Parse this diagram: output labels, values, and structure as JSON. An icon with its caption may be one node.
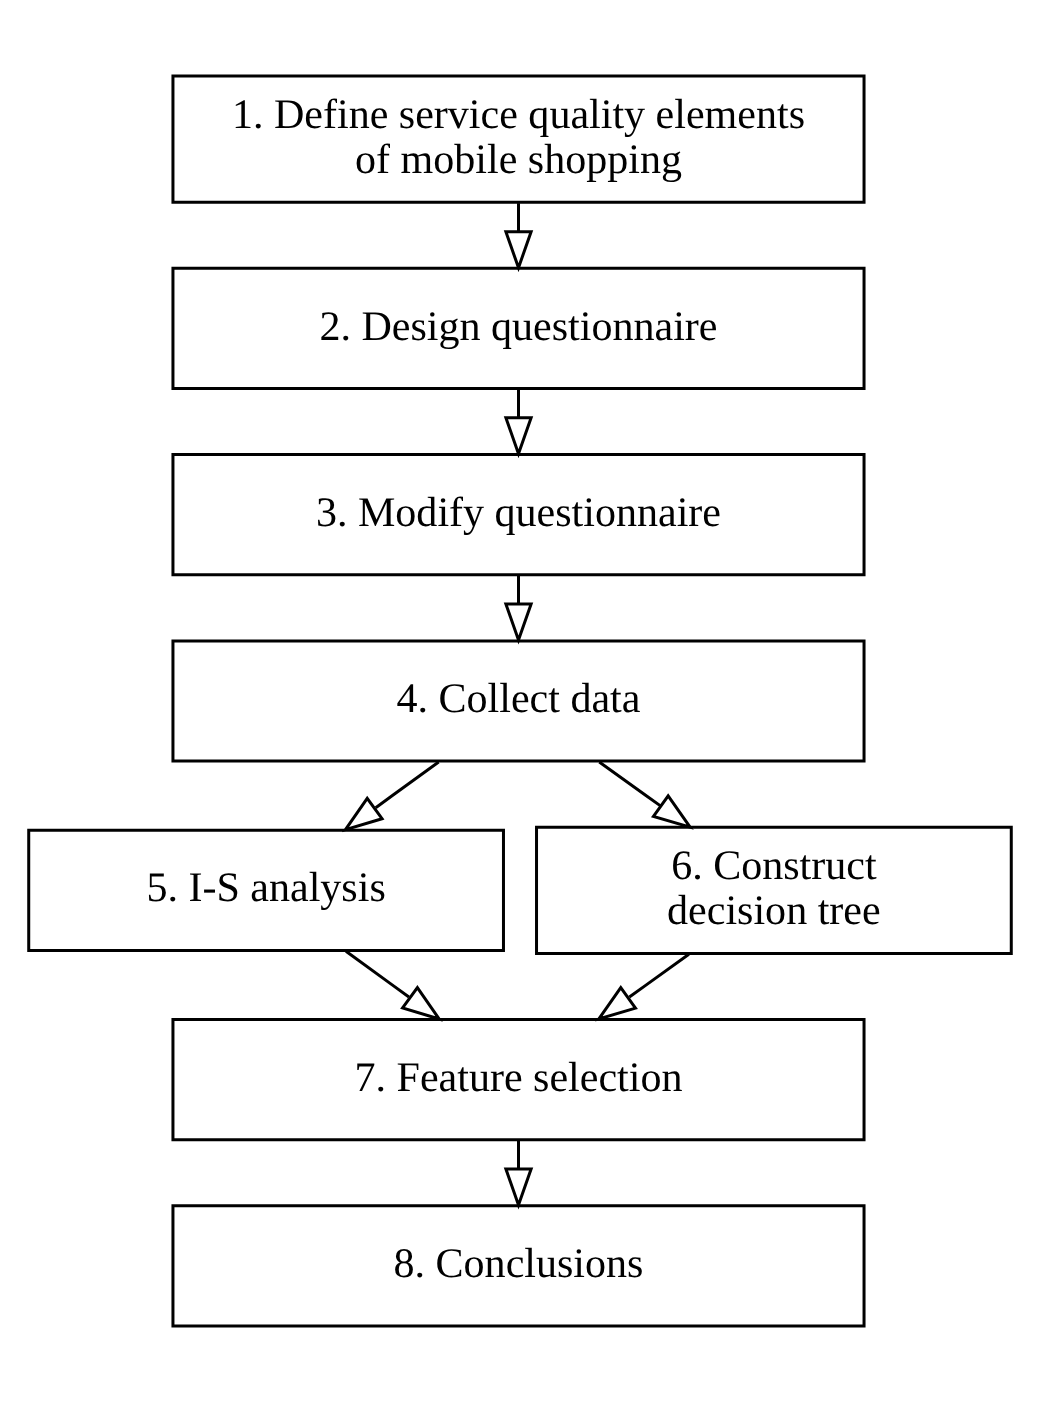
{
  "diagram": {
    "nodes": [
      {
        "text": [
          "1. Define service quality elements of mobile shopping"
        ]
      },
      {
        "text": [
          "2. Design questionnaire"
        ]
      },
      {
        "text": [
          "3. Modify questionnaire"
        ]
      },
      {
        "text": [
          "4. Collect data"
        ]
      },
      {
        "text": [
          "5. I-S analysis"
        ]
      },
      {
        "text": [
          "6. Construct decision tree"
        ]
      },
      {
        "text": [
          "7. Feature selection"
        ]
      },
      {
        "text": [
          "8. Conclusions"
        ]
      }
    ],
    "edges": [
      {
        "from": 0,
        "to": 1,
        "arrow": "to"
      },
      {
        "from": 1,
        "to": 2,
        "arrow": "to"
      },
      {
        "from": 2,
        "to": 3,
        "arrow": "to"
      },
      {
        "from": 3,
        "to": 4,
        "arrow": "to"
      },
      {
        "from": 3,
        "to": 5,
        "arrow": "to"
      },
      {
        "from": 4,
        "to": 6,
        "arrow": "to"
      },
      {
        "from": 5,
        "to": 6,
        "arrow": "to"
      },
      {
        "from": 6,
        "to": 7,
        "arrow": "to"
      }
    ]
  }
}
